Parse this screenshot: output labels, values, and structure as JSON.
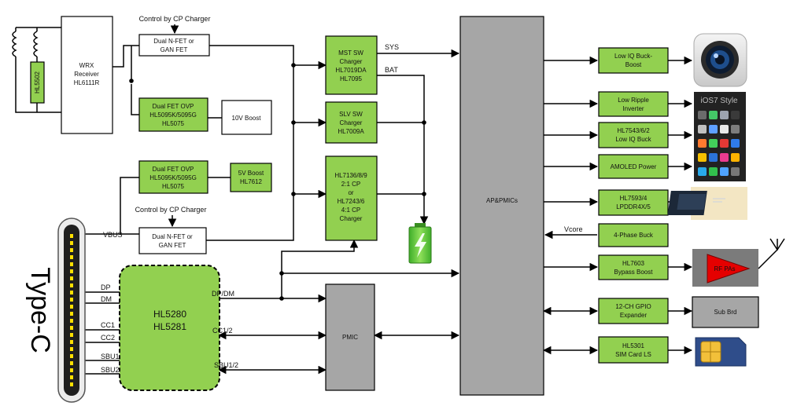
{
  "labels": {
    "control_top": "Control by CP Charger",
    "control_bottom": "Control by CP Charger",
    "sys": "SYS",
    "bat": "BAT",
    "vbus": "VBUS",
    "vcore": "Vcore",
    "dp_dm": "DP/DM",
    "cc12": "CC1/2",
    "sbu12": "SBU1/2",
    "pins": [
      "DP",
      "DM",
      "CC1",
      "CC2",
      "SBU1",
      "SBU2"
    ],
    "type_c": "Type-C",
    "ios7": "iOS7 Style",
    "rf_pas": "RF PAs"
  },
  "blocks": {
    "hl5502": "HL5502",
    "wrx": [
      "WRX",
      "Receiver",
      "HL6111R"
    ],
    "dual_nfet_top": [
      "Dual N-FET or",
      "GAN FET"
    ],
    "ovp_top": [
      "Dual FET OVP",
      "HL5095K/5095G",
      "HL5075"
    ],
    "boost10": [
      "10V Boost"
    ],
    "ovp_bottom": [
      "Dual FET OVP",
      "HL5095K/5095G",
      "HL5075"
    ],
    "boost5": [
      "5V Boost",
      "HL7612"
    ],
    "dual_nfet_bottom": [
      "Dual N-FET or",
      "GAN FET"
    ],
    "mst": [
      "MST SW",
      "Charger",
      "HL7019DA",
      "HL7095"
    ],
    "slv": [
      "SLV SW",
      "Charger",
      "HL7009A"
    ],
    "cp": [
      "HL7136/8/9",
      "2:1 CP",
      "or",
      "HL7243/6",
      "4:1 CP",
      "Charger"
    ],
    "hl5280": [
      "HL5280",
      "HL5281"
    ],
    "pmic": [
      "PMIC"
    ],
    "ap": [
      "AP&PMICs"
    ],
    "r1": [
      "Low IQ Buck-",
      "Boost"
    ],
    "r2": [
      "Low Ripple",
      "Inverter"
    ],
    "r3": [
      "HL7543/6/2",
      "Low IQ Buck"
    ],
    "r4": [
      "AMOLED Power"
    ],
    "r5": [
      "HL7593/4",
      "LPDDR4X/5"
    ],
    "r6": [
      "4-Phase Buck"
    ],
    "r7": [
      "HL7603",
      "Bypass Boost"
    ],
    "r8": [
      "12-CH GPIO",
      "Expander"
    ],
    "r9": [
      "HL5301",
      "SIM Card LS"
    ],
    "sub_brd": [
      "Sub Brd"
    ]
  },
  "colors": {
    "green": "#92d050",
    "gray": "#a6a6a6",
    "line": "#000000"
  },
  "icons": [
    "camera-icon",
    "ios7-apps-icon",
    "memory-chip-icon",
    "rf-amplifier-icon",
    "antenna-icon",
    "sim-card-icon",
    "battery-icon"
  ]
}
